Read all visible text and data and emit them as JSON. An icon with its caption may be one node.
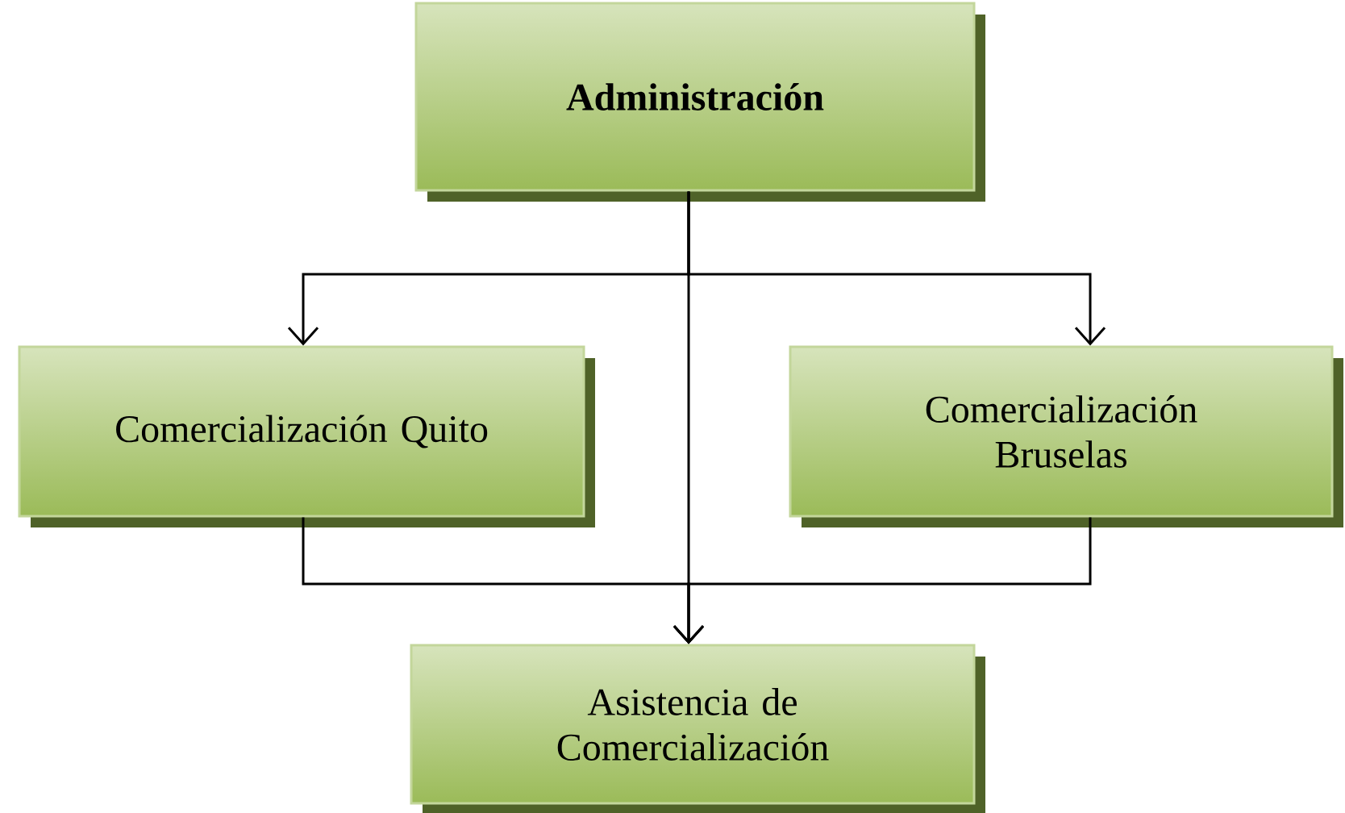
{
  "diagram": {
    "nodes": [
      {
        "text": [
          "Administración"
        ]
      },
      {
        "text": [
          "Comercialización Quito"
        ]
      },
      {
        "text": [
          "Comercialización Bruselas"
        ]
      },
      {
        "text": [
          "Asistencia de Comercialización"
        ]
      }
    ],
    "edges": [
      {
        "from": 0,
        "to": 1,
        "arrow": "to"
      },
      {
        "from": 0,
        "to": 2,
        "arrow": "to"
      },
      {
        "from": 0,
        "to": 3,
        "arrow": "to"
      },
      {
        "from": 1,
        "to": 3,
        "arrow": "to"
      },
      {
        "from": 2,
        "to": 3,
        "arrow": "to"
      }
    ]
  }
}
